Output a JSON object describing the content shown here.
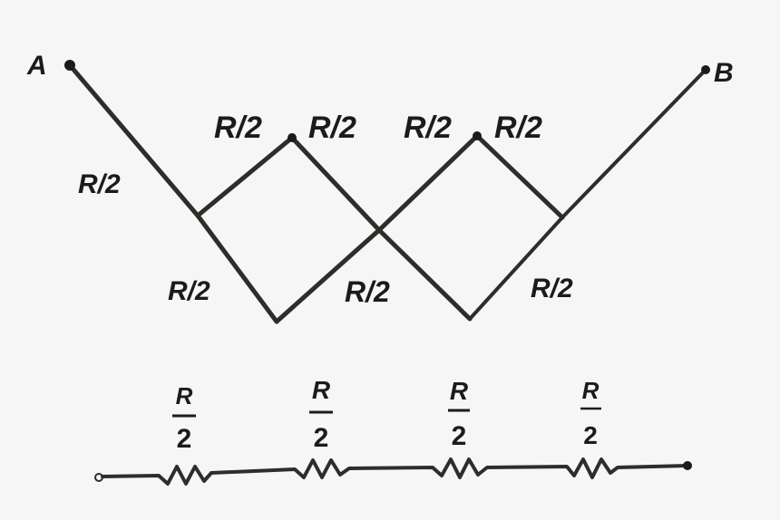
{
  "diagram": {
    "terminals": {
      "a": "A",
      "b": "B"
    },
    "network_labels": {
      "left_upper": "R/2",
      "top_left_1": "R/2",
      "top_left_2": "R/2",
      "top_right_1": "R/2",
      "top_right_2": "R/2",
      "bottom_left": "R/2",
      "bottom_mid": "R/2",
      "bottom_right": "R/2"
    },
    "series_circuit": {
      "resistors": [
        {
          "num": "R",
          "den": "2"
        },
        {
          "num": "R",
          "den": "2"
        },
        {
          "num": "R",
          "den": "2"
        },
        {
          "num": "R",
          "den": "2"
        }
      ]
    },
    "colors": {
      "ink": "#2f2d2a",
      "background": "#f6f6f6"
    }
  }
}
